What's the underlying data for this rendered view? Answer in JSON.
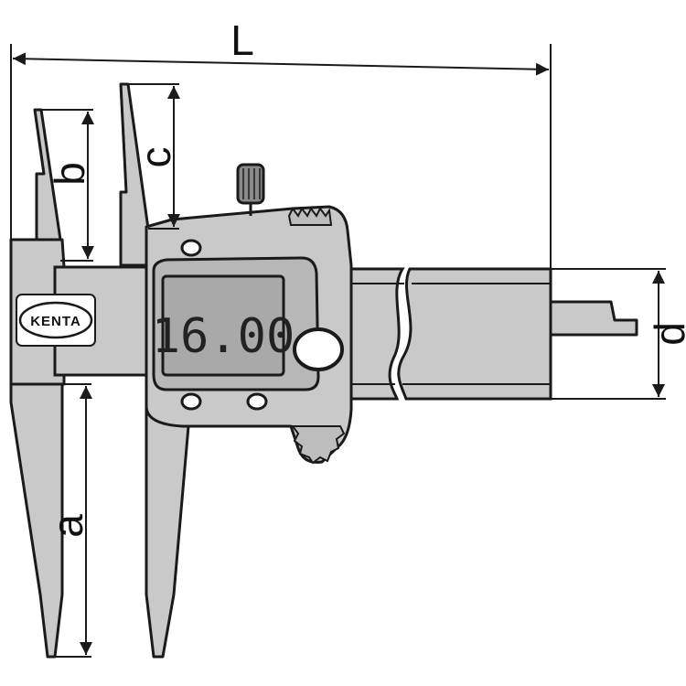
{
  "diagram": {
    "brand_label": "KENTA",
    "display_value": "16.00",
    "dimension_labels": {
      "L": "L",
      "a": "a",
      "b": "b",
      "c": "c",
      "d": "d"
    },
    "colors": {
      "body_fill": "#c9c9c9",
      "outline": "#1a1a1a",
      "lcd_fill": "#a9a9a9",
      "background": "#ffffff"
    }
  }
}
